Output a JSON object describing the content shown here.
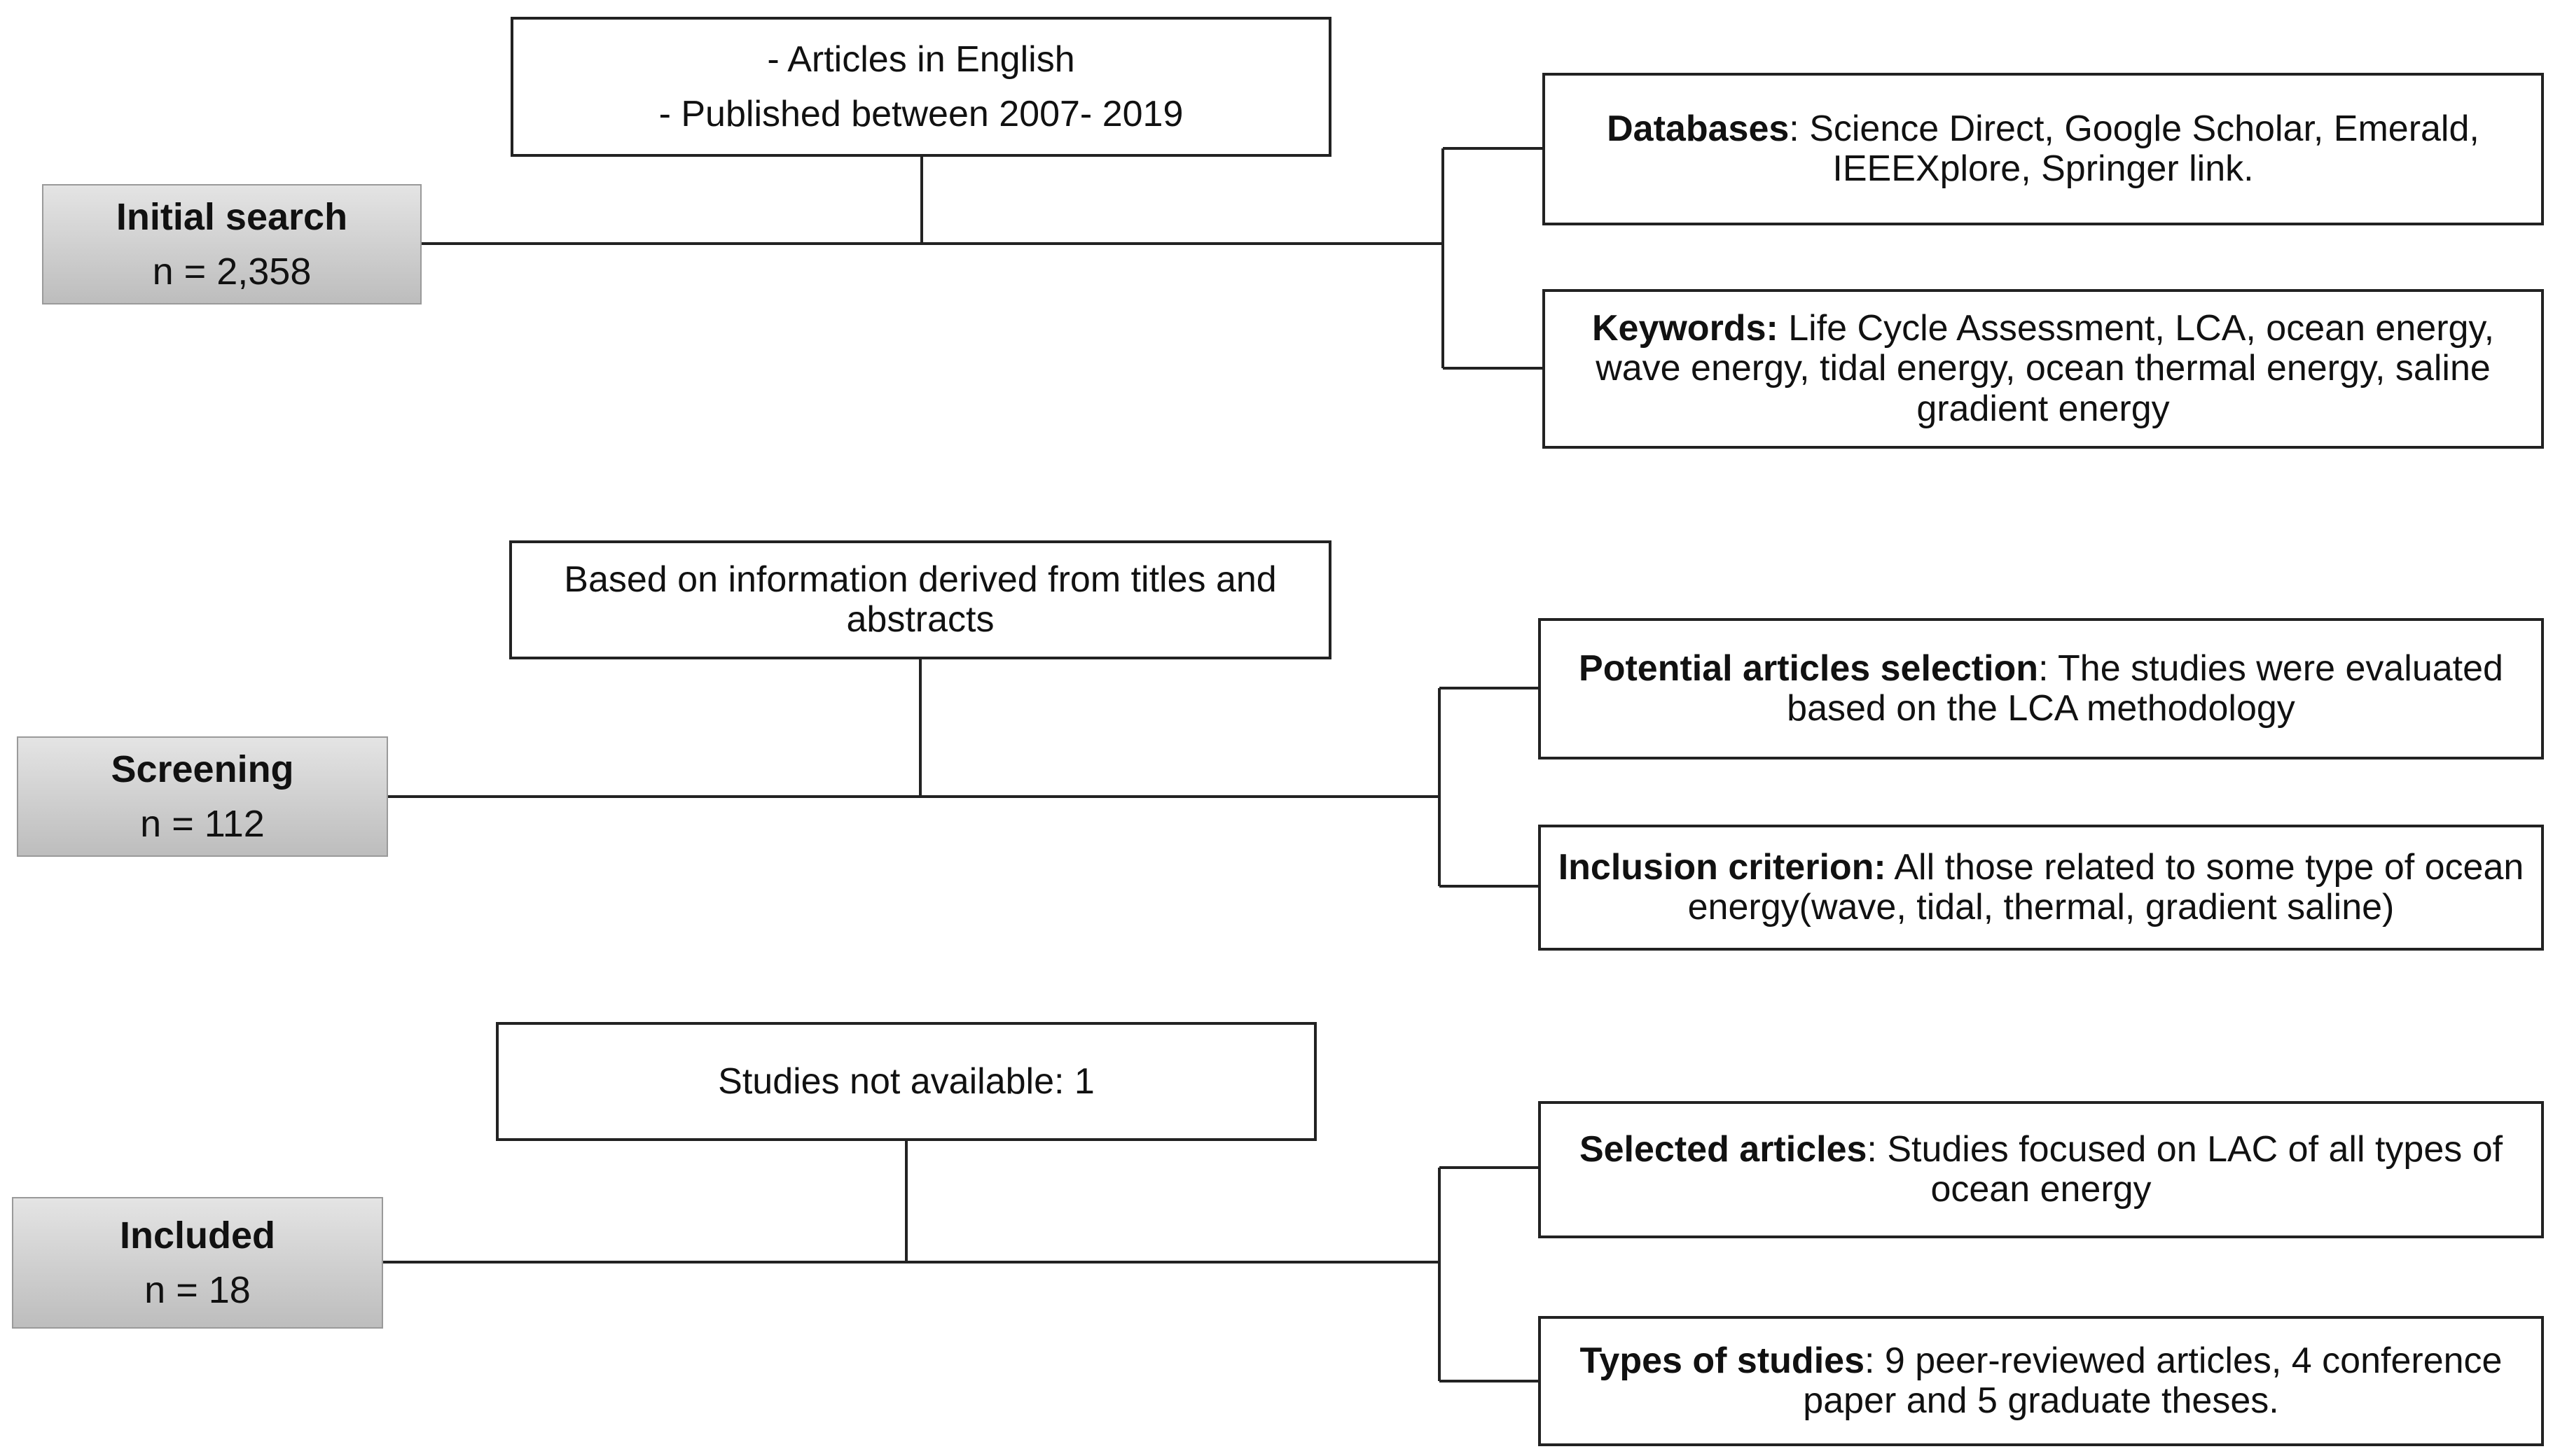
{
  "rows": [
    {
      "stage": {
        "title": "Initial search",
        "count": "n = 2,358"
      },
      "criteria": [
        "- Articles in English",
        "- Published between 2007- 2019"
      ],
      "details": [
        {
          "label": "Databases",
          "sep": ": ",
          "text": "Science Direct, Google Scholar, Emerald, IEEEXplore, Springer link."
        },
        {
          "label": "Keywords:",
          "sep": " ",
          "text": "Life Cycle Assessment, LCA, ocean energy, wave energy, tidal energy, ocean thermal energy, saline gradient energy"
        }
      ]
    },
    {
      "stage": {
        "title": "Screening",
        "count": "n = 112"
      },
      "criteria": [
        "Based on information derived from titles and abstracts"
      ],
      "details": [
        {
          "label": "Potential articles selection",
          "sep": ": ",
          "text": "The studies were evaluated based on the LCA methodology"
        },
        {
          "label": "Inclusion criterion:",
          "sep": " ",
          "text": "All those related to some type of ocean energy(wave, tidal, thermal, gradient saline)"
        }
      ]
    },
    {
      "stage": {
        "title": "Included",
        "count": "n = 18"
      },
      "criteria": [
        "Studies not available: 1"
      ],
      "details": [
        {
          "label": "Selected articles",
          "sep": ": ",
          "text": "Studies focused on LAC of all types of ocean energy"
        },
        {
          "label": "Types of studies",
          "sep": ": ",
          "text": "9 peer-reviewed articles, 4 conference paper and 5 graduate theses."
        }
      ]
    }
  ]
}
